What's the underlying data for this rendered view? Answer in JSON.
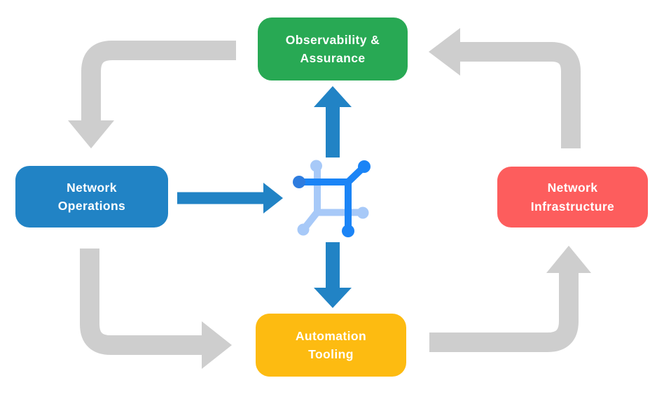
{
  "canvas": {
    "background": "#ffffff"
  },
  "colors": {
    "canvas_bg": "#ffffff",
    "box_green": "#28a954",
    "box_blue": "#2183c5",
    "box_red": "#fd5d5d",
    "box_yellow": "#fdbb11",
    "arrow_gray": "#cecece",
    "arrow_blue": "#2183c5",
    "icon_dark": "#1b84f6",
    "icon_mid": "#2e7cdf",
    "icon_light": "#a7c9f8",
    "label_text": "#ffffff"
  },
  "nodes": {
    "observability": {
      "label": "Observability &\nAssurance",
      "color": "#28a954"
    },
    "operations": {
      "label": "Network\nOperations",
      "color": "#2183c5"
    },
    "infrastructure": {
      "label": "Network\nInfrastructure",
      "color": "#fd5d5d"
    },
    "automation": {
      "label": "Automation\nTooling",
      "color": "#fdbb11"
    }
  },
  "arrows": [
    {
      "from": "observability",
      "to": "operations",
      "style": "gray-elbow",
      "direction": "down"
    },
    {
      "from": "infrastructure",
      "to": "observability",
      "style": "gray-elbow",
      "direction": "left"
    },
    {
      "from": "operations",
      "to": "automation",
      "style": "gray-elbow",
      "direction": "right"
    },
    {
      "from": "automation",
      "to": "infrastructure",
      "style": "gray-elbow",
      "direction": "up"
    },
    {
      "from": "operations",
      "to": "platform-icon",
      "style": "blue-straight",
      "direction": "right"
    },
    {
      "from": "platform-icon",
      "to": "observability",
      "style": "blue-straight",
      "direction": "up"
    },
    {
      "from": "platform-icon",
      "to": "automation",
      "style": "blue-straight",
      "direction": "down"
    }
  ],
  "center_icon": {
    "name": "network-platform-icon",
    "description": "square mesh network glyph with six circular nodes"
  }
}
